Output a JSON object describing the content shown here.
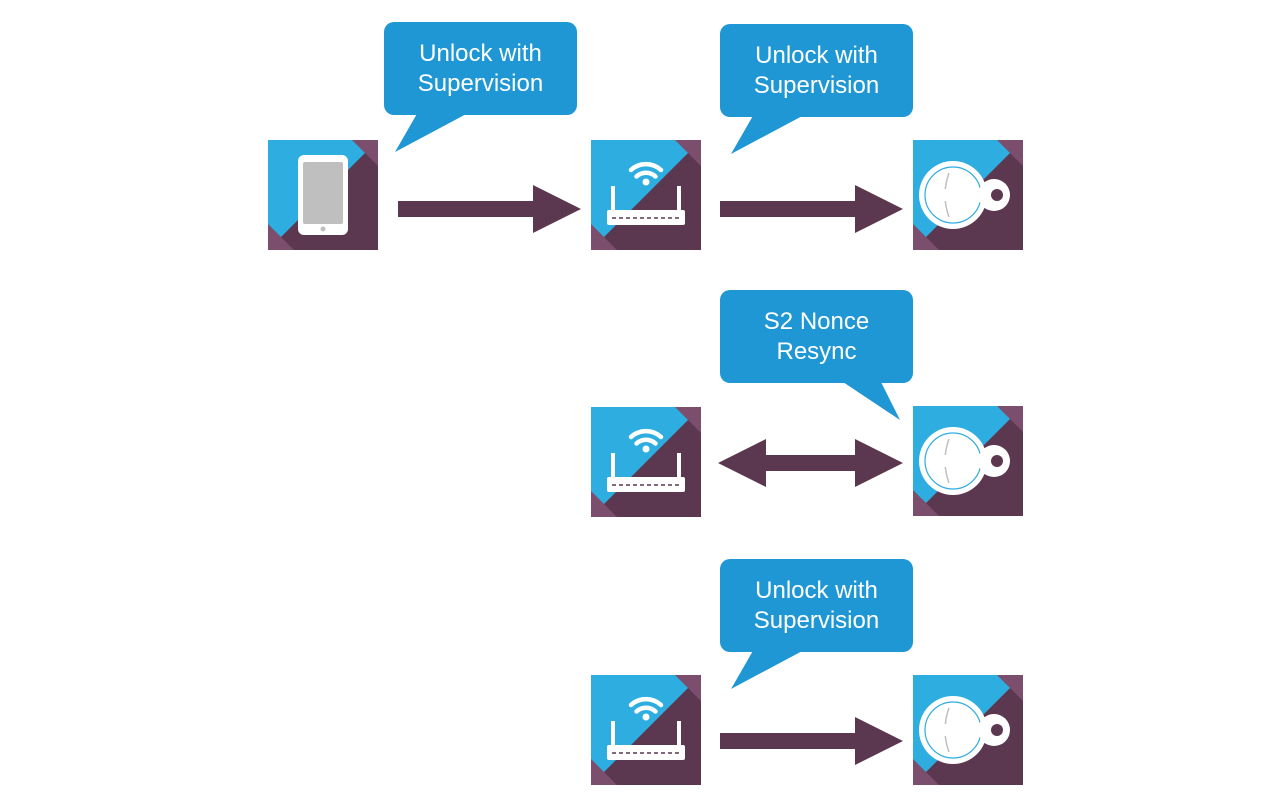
{
  "colors": {
    "blue": "#2eade0",
    "purple": "#5b3750",
    "mauve": "#7b4e6d",
    "bubble": "#1f97d4",
    "arrow": "#5b3750",
    "screen": "#bfbfbf",
    "white": "#ffffff"
  },
  "icons": {
    "tablet": "tablet-icon",
    "gateway": "wifi-router-icon",
    "lock": "door-lock-key-icon"
  },
  "rows": [
    {
      "messages": [
        "Unlock with\nSupervision",
        "Unlock with\nSupervision"
      ],
      "arrow_types": [
        "one-way",
        "one-way"
      ]
    },
    {
      "messages": [
        "S2 Nonce\nResync"
      ],
      "arrow_types": [
        "two-way"
      ]
    },
    {
      "messages": [
        "Unlock with\nSupervision"
      ],
      "arrow_types": [
        "one-way"
      ]
    }
  ]
}
